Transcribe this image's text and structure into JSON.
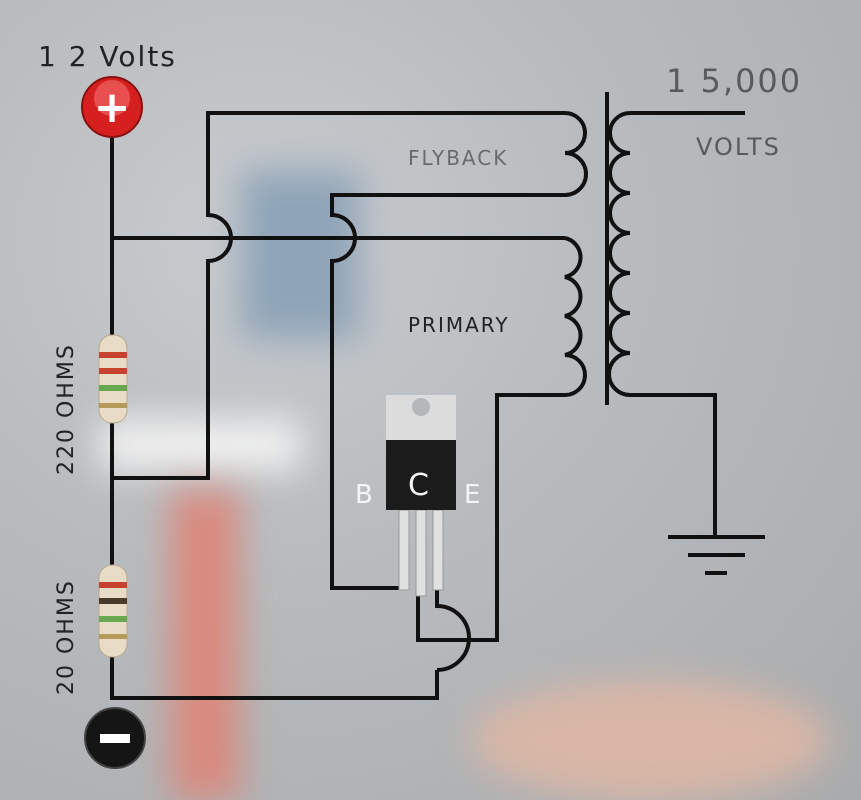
{
  "labels": {
    "supply": "1 2 Volts",
    "output_value": "1 5,000",
    "output_unit": "VOLTS",
    "flyback": "FLYBACK",
    "primary": "PRIMARY",
    "resistor_top": "220 OHMS",
    "resistor_bottom": "20 OHMS",
    "pin_base": "B",
    "pin_collector": "C",
    "pin_emitter": "E"
  },
  "terminals": {
    "positive": "+",
    "negative": "−"
  },
  "colors": {
    "wire": "#111111",
    "positive": "#d62020",
    "negative": "#151515",
    "text": "#555555"
  }
}
